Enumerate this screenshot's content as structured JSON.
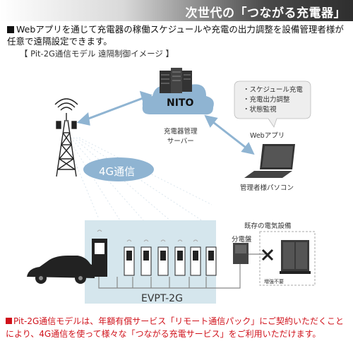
{
  "header": {
    "title": "次世代の「つながる充電器」"
  },
  "intro": {
    "text": "Webアプリを通じて充電器の稼働スケジュールや充電の出力調整を設備管理者様が任意で遠隔設定できます。"
  },
  "diagram": {
    "title": "【 Pit-2G通信モデル 遠隔制御イメージ 】",
    "server_logo": "NITO",
    "server_label_line1": "充電器管理",
    "server_label_line2": "サーバー",
    "bubble_items": [
      "・スケジュール充電",
      "・充電出力調整",
      "・状態監視"
    ],
    "webapp_label": "Webアプリ",
    "pc_label": "管理者様パソコン",
    "network_label": "4G通信",
    "existing_equipment_label": "既存の電気設備",
    "panel_label": "分電盤",
    "not_needed_label": "増強不要",
    "charger_group_label": "EVPT-2G"
  },
  "footnote": {
    "text": "Pit-2G通信モデルは、年額有償サービス「リモート通信パック」にご契約いただくことにより、4G通信を使って様々な「つながる充電サービス」をご利用いただけます。"
  }
}
